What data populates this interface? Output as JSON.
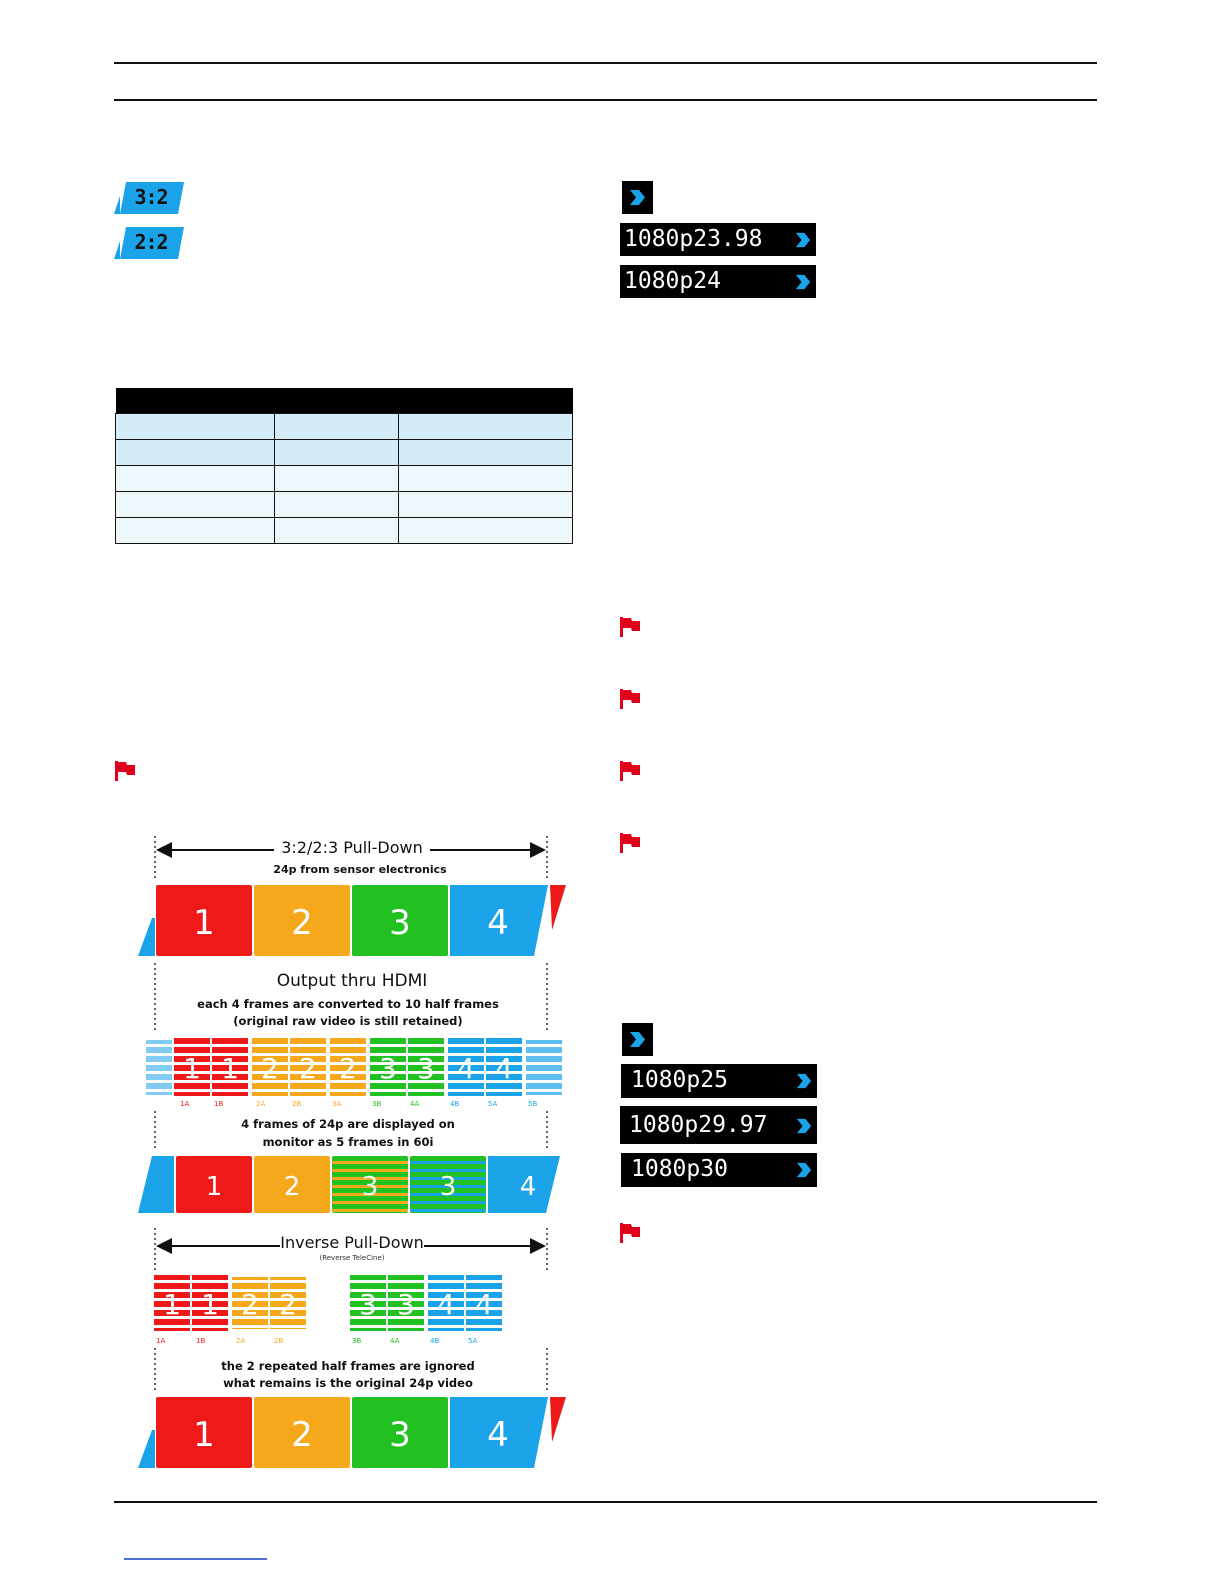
{
  "badges": [
    {
      "label": "3:2",
      "color": "#1aa3e8"
    },
    {
      "label": "2:2",
      "color": "#1aa3e8"
    }
  ],
  "resolutions_group_1": [
    "1080p23.98",
    "1080p24"
  ],
  "resolutions_group_2": [
    "1080p25",
    "1080p29.97",
    "1080p30"
  ],
  "icons": {
    "chevron": "chevron-right-icon",
    "flag": "red-flag-icon"
  },
  "colors": {
    "accent": "#1aa3e8",
    "flag": "#e0001b",
    "frame1": "#f01919",
    "frame2": "#f5a81c",
    "frame3": "#22c122",
    "frame4": "#1aa3e8"
  },
  "diagram": {
    "title_pulldown": "3:2/2:3 Pull-Down",
    "subtitle_sensor": "24p from sensor electronics",
    "title_output": "Output thru HDMI",
    "output_line1": "each 4 frames are converted to 10 half frames",
    "output_line2": "(original raw video is still retained)",
    "display_line1": "4 frames of 24p are displayed on",
    "display_line2": "monitor as 5 frames in 60i",
    "title_inverse": "Inverse Pull-Down",
    "subtitle_inverse": "(Reverse TeleCine)",
    "ignored_line1": "the 2 repeated half frames are ignored",
    "ignored_line2": "what remains is the original 24p video",
    "frames": [
      "1",
      "2",
      "3",
      "4"
    ],
    "display_frames": [
      "1",
      "2",
      "3",
      "3",
      "4"
    ],
    "half_frame_labels": [
      "1A",
      "1B",
      "2A",
      "2B",
      "3A",
      "3B",
      "4A",
      "4B",
      "5A",
      "5B"
    ],
    "inverse_labels": [
      "1A",
      "1B",
      "2A",
      "2B",
      "3B",
      "4A",
      "4B",
      "5A"
    ]
  }
}
